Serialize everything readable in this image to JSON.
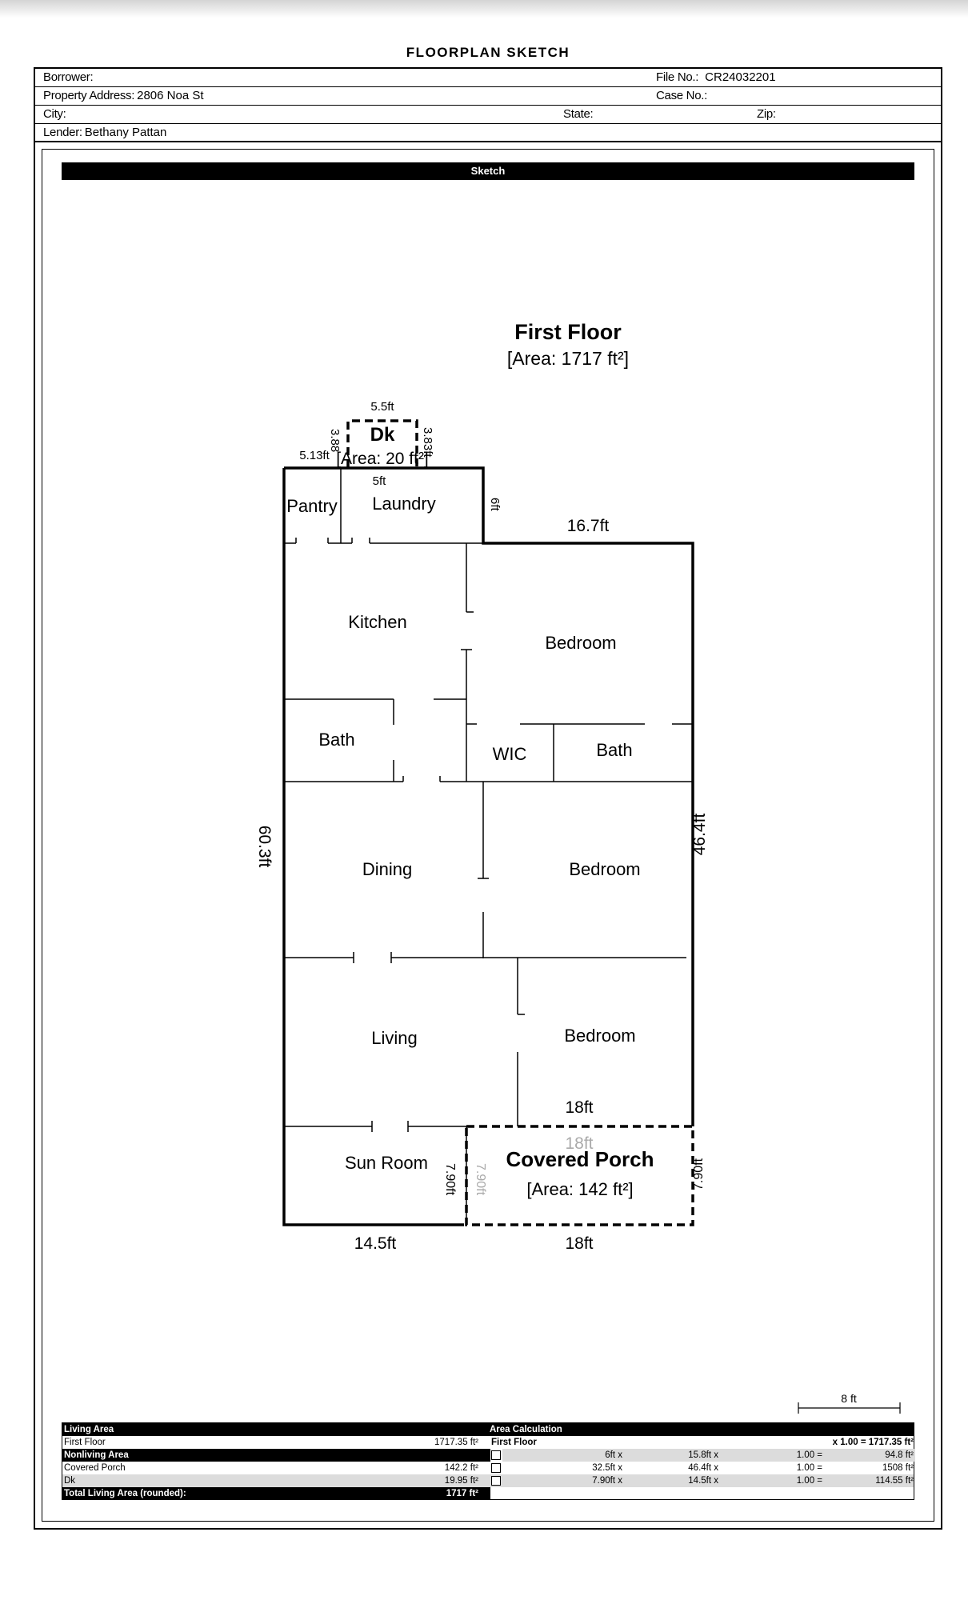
{
  "page_title": "FLOORPLAN SKETCH",
  "header": {
    "borrower_label": "Borrower:",
    "borrower_value": "",
    "file_no_label": "File No.:",
    "file_no_value": "CR24032201",
    "property_address_label": "Property Address:",
    "property_address_value": "2806 Noa St",
    "case_no_label": "Case No.:",
    "case_no_value": "",
    "city_label": "City:",
    "state_label": "State:",
    "zip_label": "Zip:",
    "lender_label": "Lender:",
    "lender_value": "Bethany Pattan"
  },
  "sketch": {
    "bar_label": "Sketch",
    "floor_title": "First Floor",
    "floor_area": "[Area: 1717 ft²]",
    "deck_label": "Dk",
    "deck_area": "[Area: 20 ft²]",
    "porch_label": "Covered Porch",
    "porch_area": "[Area: 142 ft²]",
    "rooms": {
      "pantry": "Pantry",
      "laundry": "Laundry",
      "kitchen": "Kitchen",
      "bedroom1": "Bedroom",
      "bath1": "Bath",
      "wic": "WIC",
      "bath2": "Bath",
      "dining": "Dining",
      "bedroom2": "Bedroom",
      "living": "Living",
      "bedroom3": "Bedroom",
      "sunroom": "Sun Room"
    },
    "dimensions": {
      "deck_top": "5.5ft",
      "deck_left_h": "5.13ft",
      "deck_left_v": "3.88",
      "deck_right_v": "3.83ft",
      "deck_bottom": "5ft",
      "laundry_right": "6ft",
      "step_top": "16.7ft",
      "left_side": "60.3ft",
      "right_side": "46.4ft",
      "porch_top_outer": "18ft",
      "porch_top_inner": "18ft",
      "porch_left_outer": "7.90ft",
      "porch_left_inner": "7.90ft",
      "porch_right": "7.90ft",
      "bottom_left": "14.5ft",
      "bottom_right": "18ft"
    },
    "scale_label": "8 ft"
  },
  "area_calc": {
    "living_area_header": "Living Area",
    "calc_header": "Area Calculation",
    "first_floor_label": "First Floor",
    "first_floor_value": "1717.35 ft²",
    "calc_first_floor_label": "First Floor",
    "calc_first_floor_total": "x 1.00 = 1717.35 ft²",
    "nonliving_header": "Nonliving Area",
    "covered_porch_label": "Covered Porch",
    "covered_porch_value": "142.2 ft²",
    "dk_label": "Dk",
    "dk_value": "19.95 ft²",
    "total_label": "Total Living Area (rounded):",
    "total_value": "1717 ft²",
    "rows": [
      {
        "w": "6ft x",
        "h": "15.8ft x",
        "f": "1.00 =",
        "a": "94.8 ft²"
      },
      {
        "w": "32.5ft x",
        "h": "46.4ft x",
        "f": "1.00 =",
        "a": "1508 ft²"
      },
      {
        "w": "7.90ft x",
        "h": "14.5ft x",
        "f": "1.00 =",
        "a": "114.55 ft²"
      }
    ]
  }
}
